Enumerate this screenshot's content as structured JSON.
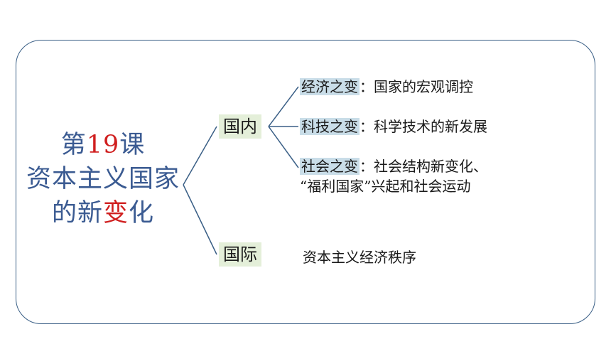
{
  "title": {
    "line1_pre": "第",
    "line1_num": "19",
    "line1_post": "课",
    "line2": "资本主义国家",
    "line3_a": "的新",
    "line3_accent": "变",
    "line3_b": "化"
  },
  "domestic": {
    "label": "国内",
    "items": [
      {
        "key": "经济之变",
        "text": "：国家的宏观调控"
      },
      {
        "key": "科技之变",
        "text": "：科学技术的新发展"
      },
      {
        "key": "社会之变",
        "text": "：社会结构新变化、",
        "line2": "“福利国家”兴起和社会运动"
      }
    ]
  },
  "international": {
    "label": "国际",
    "text": "资本主义经济秩序"
  },
  "colors": {
    "title": "#3b5b92",
    "accent": "#d01f1f",
    "frame": "#3a5f86",
    "box_fill": "#e4efd9",
    "key_highlight": "#c9dde8"
  }
}
